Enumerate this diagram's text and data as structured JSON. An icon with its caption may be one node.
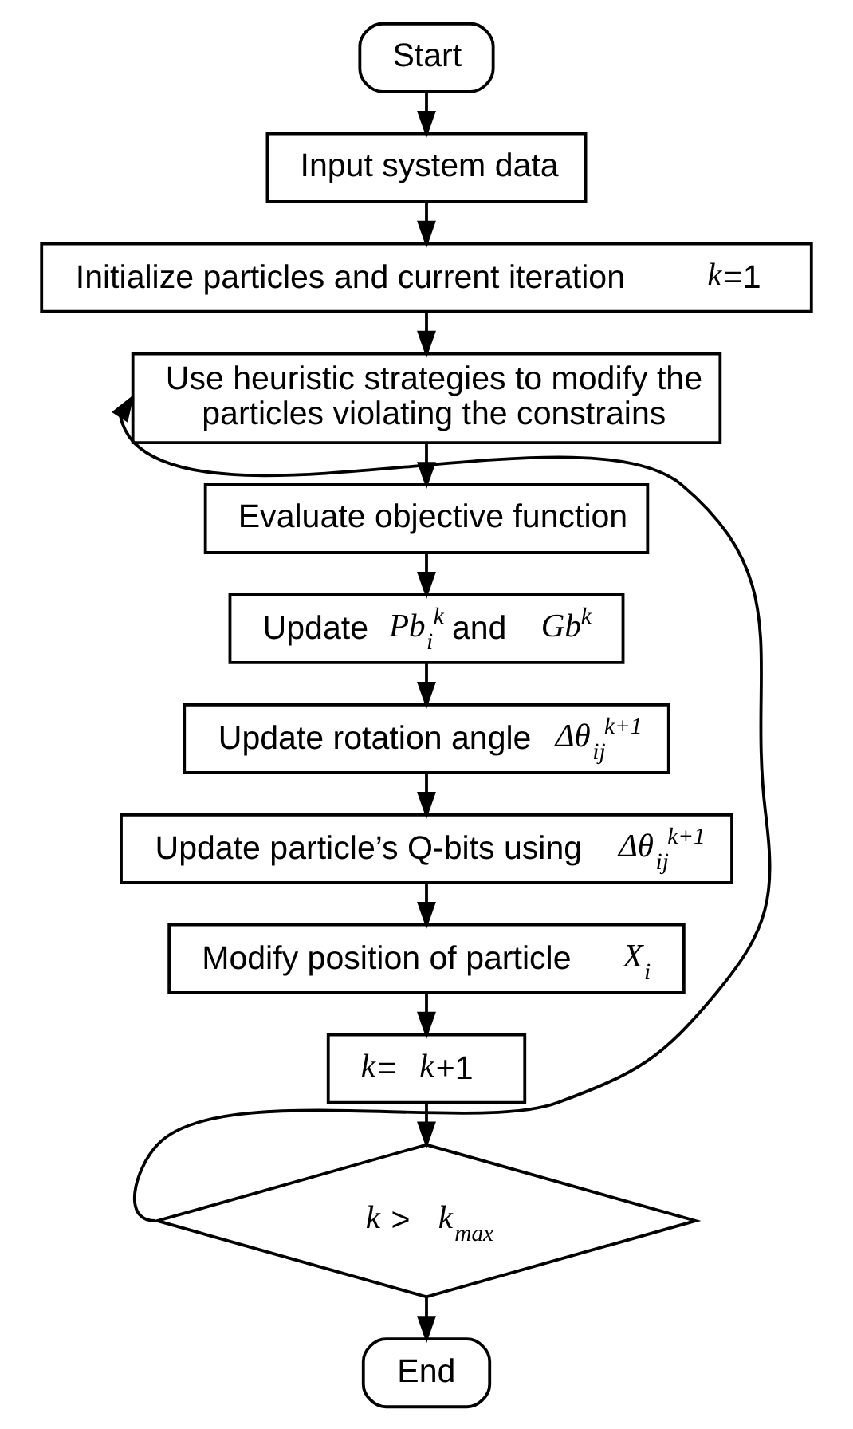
{
  "diagram": {
    "nodes": [
      {
        "text": [
          "Start"
        ]
      },
      {
        "text": [
          "Input system data"
        ]
      },
      {
        "text": [
          "Initialize particles and current iteration *k*=1"
        ]
      },
      {
        "text": [
          "Use heuristic strategies to modify the particles violating the constrains"
        ]
      },
      {
        "text": [
          "Evaluate objective function"
        ]
      },
      {
        "text": [
          "Update *Pb*$_{i}$$^{k}$ and *Gb*$^{k}$"
        ]
      },
      {
        "text": [
          "Update rotation angle *Δθ*$_{ij}$$^{k+1}$"
        ]
      },
      {
        "text": [
          "Update particle’s Q-bits using *Δθ*$_{ij}$$^{k+1}$"
        ]
      },
      {
        "text": [
          "Modify position of particle *X*$_{i}$"
        ]
      },
      {
        "text": [
          "*k*=*k*+1"
        ]
      },
      {
        "text": [
          "*k* >*k*$_{max}$"
        ]
      },
      {
        "text": [
          "End"
        ]
      }
    ],
    "edges": [
      {
        "from": 0,
        "to": 1,
        "arrow": "to"
      },
      {
        "from": 1,
        "to": 2,
        "arrow": "to"
      },
      {
        "from": 2,
        "to": 3,
        "arrow": "to"
      },
      {
        "from": 3,
        "to": 4,
        "arrow": "to"
      },
      {
        "from": 4,
        "to": 5,
        "arrow": "to"
      },
      {
        "from": 5,
        "to": 6,
        "arrow": "to"
      },
      {
        "from": 6,
        "to": 7,
        "arrow": "to"
      },
      {
        "from": 7,
        "to": 8,
        "arrow": "to"
      },
      {
        "from": 8,
        "to": 9,
        "arrow": "to"
      },
      {
        "from": 9,
        "to": 10,
        "arrow": "to"
      },
      {
        "from": 10,
        "to": 3,
        "arrow": "to"
      },
      {
        "from": 10,
        "to": 11,
        "arrow": "to"
      }
    ]
  }
}
